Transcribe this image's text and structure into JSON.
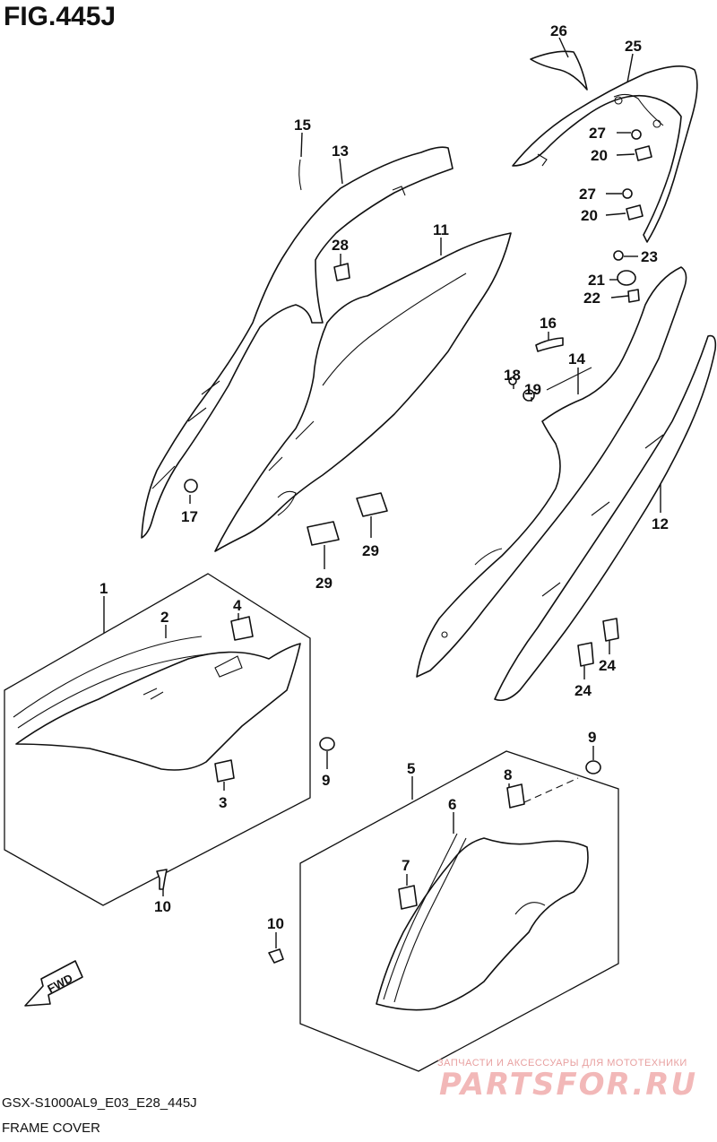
{
  "figure": {
    "title": "FIG.445J",
    "model_code": "GSX-S1000AL9_E03_E28_445J",
    "name": "FRAME COVER"
  },
  "callouts": [
    "26",
    "25",
    "15",
    "13",
    "27",
    "20",
    "27",
    "20",
    "28",
    "11",
    "23",
    "21",
    "22",
    "16",
    "14",
    "18",
    "19",
    "17",
    "12",
    "29",
    "29",
    "1",
    "2",
    "4",
    "3",
    "9",
    "24",
    "24",
    "9",
    "5",
    "8",
    "6",
    "7",
    "10",
    "10"
  ],
  "fwd_arrow": {
    "label": "FWD"
  },
  "watermark": {
    "tagline": "ЗАПЧАСТИ И АКСЕССУАРЫ ДЛЯ МОТОТЕХНИКИ",
    "brand": "PARTSFOR.RU",
    "color": "#f2b8b8"
  }
}
